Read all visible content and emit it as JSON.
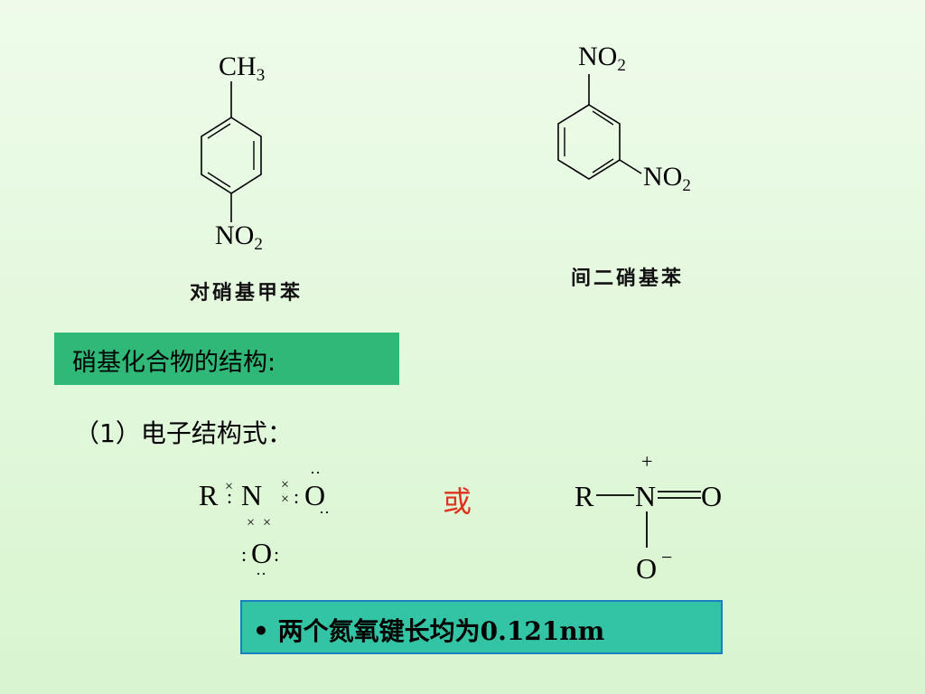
{
  "structures": {
    "p_nitrotoluene": {
      "substituent_top": "CH",
      "substituent_top_sub": "3",
      "substituent_bottom": "NO",
      "substituent_bottom_sub": "2",
      "caption": "对硝基甲苯"
    },
    "m_dinitrobenzene": {
      "substituent_top": "NO",
      "substituent_top_sub": "2",
      "substituent_right": "NO",
      "substituent_right_sub": "2",
      "caption": "间二硝基苯"
    }
  },
  "section_title": "硝基化合物的结构:",
  "subheading": "（1）电子结构式：",
  "lewis": {
    "r": "R",
    "n": "N",
    "o": "O",
    "cross": "×",
    "dot_pair": ":"
  },
  "or_word": "或",
  "structural": {
    "r": "R",
    "n": "N",
    "o_double": "O",
    "o_single": "O",
    "plus": "+",
    "minus": "−"
  },
  "fact": "• 两个氮氧键长均为0.121nm",
  "colors": {
    "title_box": "#2fb877",
    "fact_box": "#33c4a6",
    "fact_border": "#1a7fc0",
    "or_word": "#e0301e"
  }
}
